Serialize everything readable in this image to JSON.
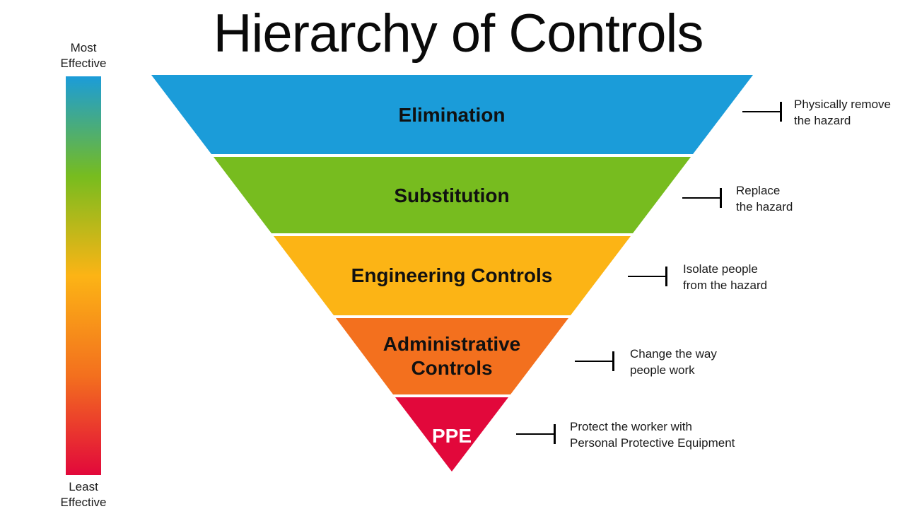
{
  "title": "Hierarchy of Controls",
  "scale": {
    "most_label": "Most\nEffective",
    "least_label": "Least\nEffective",
    "gradient": [
      "#1b9cd9",
      "#77bc1f",
      "#fcb415",
      "#f3701e",
      "#e2083b"
    ]
  },
  "pyramid": {
    "layers": [
      {
        "id": "elimination",
        "label": "Elimination",
        "color": "#1b9cd9",
        "text_color": "#111111",
        "annotation": "Physically remove\nthe hazard"
      },
      {
        "id": "substitution",
        "label": "Substitution",
        "color": "#77bc1f",
        "text_color": "#111111",
        "annotation": "Replace\nthe hazard"
      },
      {
        "id": "engineering-controls",
        "label": "Engineering Controls",
        "color": "#fcb415",
        "text_color": "#111111",
        "annotation": "Isolate people\nfrom the hazard"
      },
      {
        "id": "administrative-controls",
        "label": "Administrative\nControls",
        "color": "#f3701e",
        "text_color": "#111111",
        "annotation": "Change the way\npeople work"
      },
      {
        "id": "ppe",
        "label": "PPE",
        "color": "#e2083b",
        "text_color": "#ffffff",
        "annotation": "Protect the worker with\nPersonal Protective Equipment"
      }
    ]
  }
}
